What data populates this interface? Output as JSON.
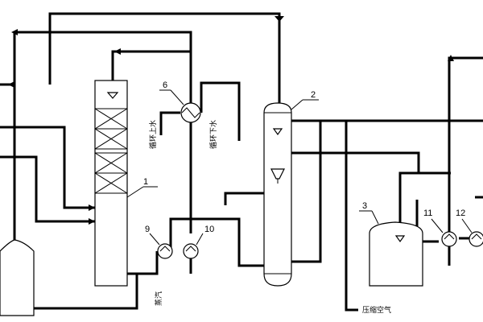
{
  "labels": {
    "column": "1",
    "tank": "2",
    "vessel": "3",
    "cooler": "6",
    "pump9": "9",
    "pump10": "10",
    "pump11": "11",
    "pump12": "12"
  },
  "annotations": {
    "cooling_in": "循环上水",
    "cooling_out": "循环下水",
    "steam": "蒸汽",
    "compressed_air": "压缩空气"
  }
}
